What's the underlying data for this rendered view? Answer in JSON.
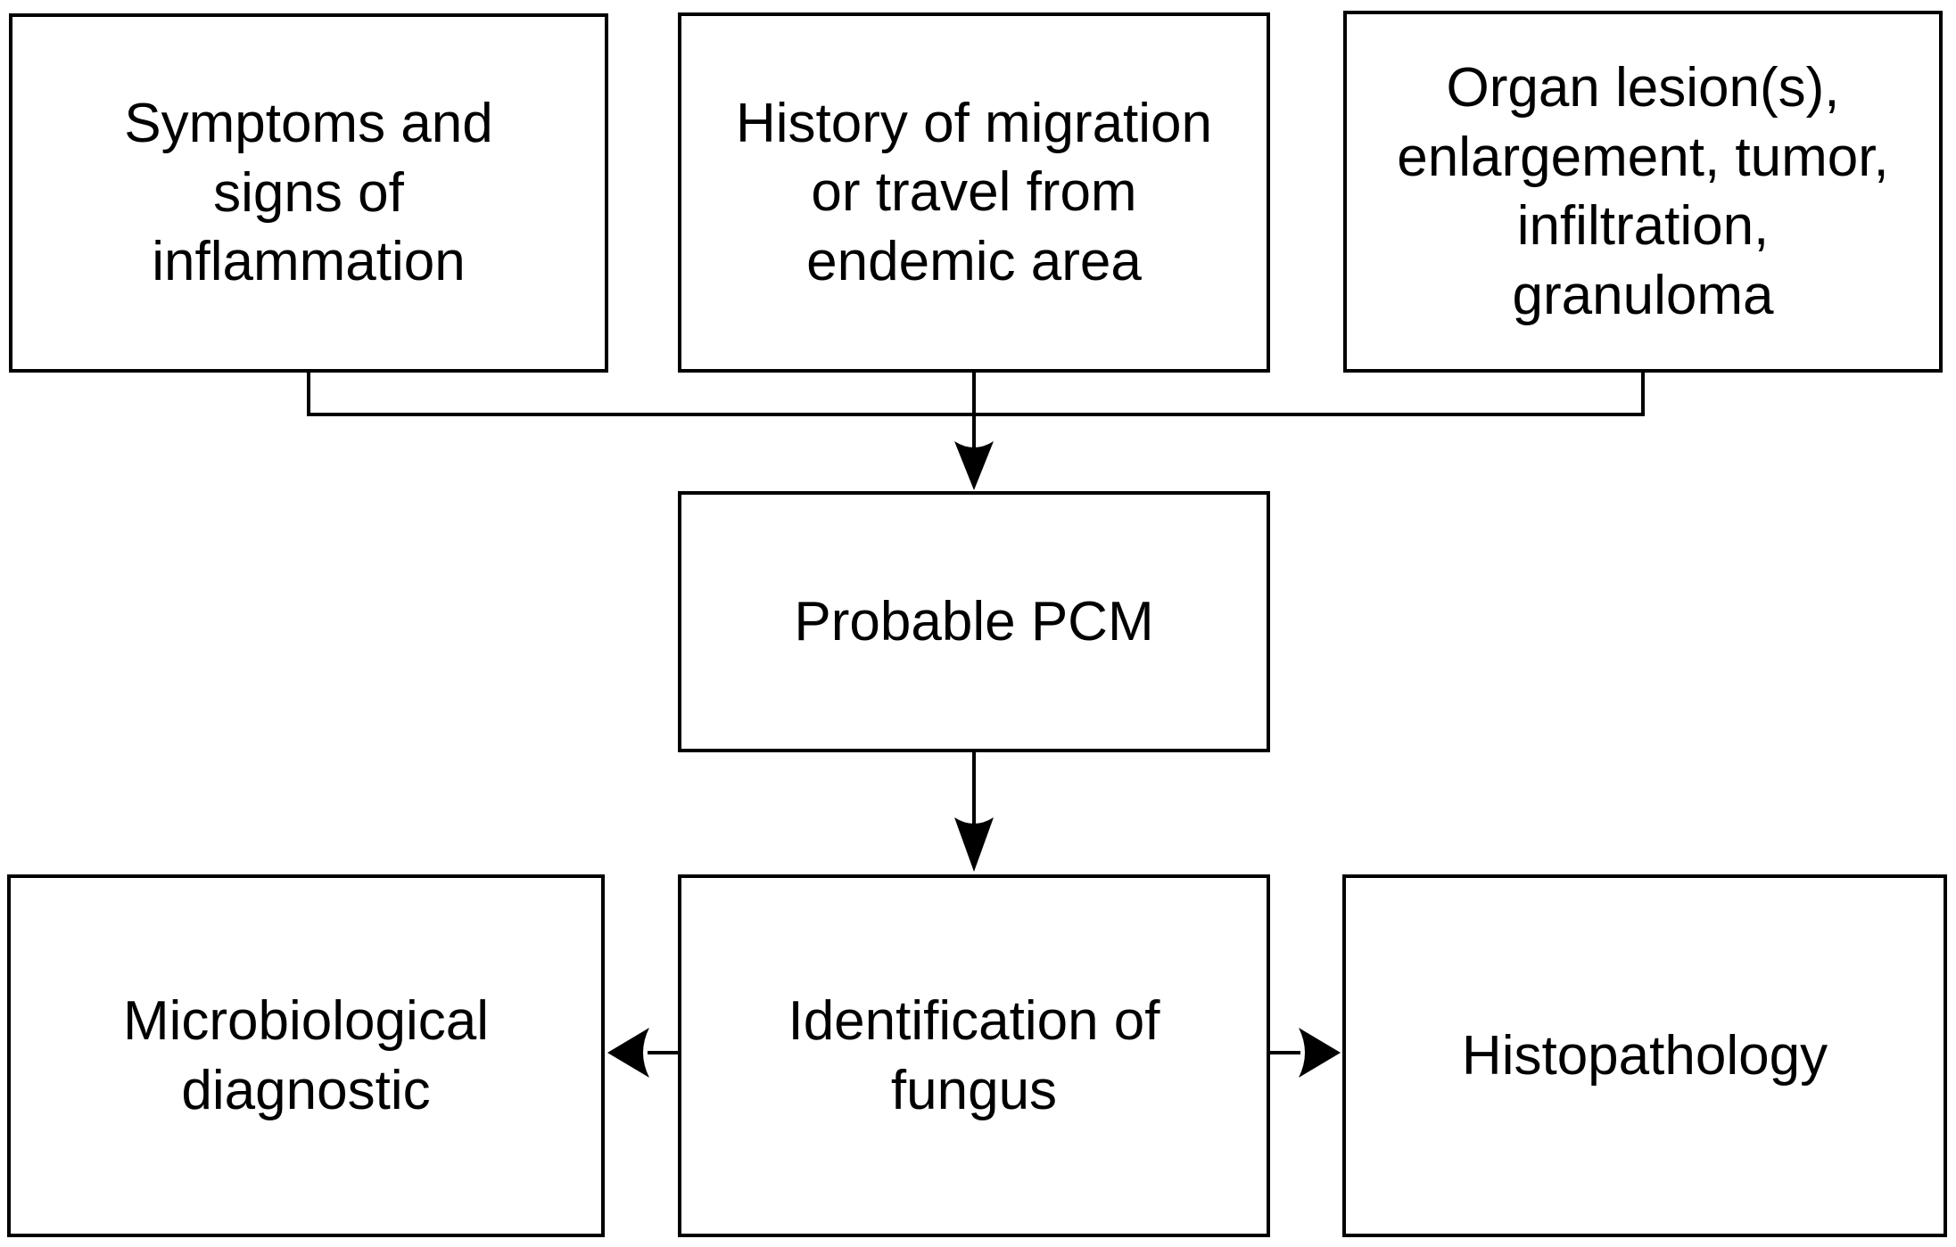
{
  "diagram": {
    "type": "flowchart",
    "colors": {
      "background": "#ffffff",
      "line": "#000000",
      "text": "#000000"
    },
    "nodes": {
      "symptoms": {
        "text": "Symptoms and\nsigns of\ninflammation"
      },
      "history": {
        "text": "History of migration\nor travel from\nendemic area"
      },
      "organ": {
        "text": "Organ lesion(s),\nenlargement, tumor,\ninfiltration,\ngranuloma"
      },
      "probable_pcm": {
        "text": "Probable PCM"
      },
      "microbiological": {
        "text": "Microbiological\ndiagnostic"
      },
      "identification": {
        "text": "Identification of\nfungus"
      },
      "histopathology": {
        "text": "Histopathology"
      }
    },
    "edges": [
      "symptoms -> probable_pcm",
      "history -> probable_pcm",
      "organ -> probable_pcm",
      "probable_pcm -> identification",
      "identification -> microbiological",
      "identification -> histopathology"
    ]
  }
}
